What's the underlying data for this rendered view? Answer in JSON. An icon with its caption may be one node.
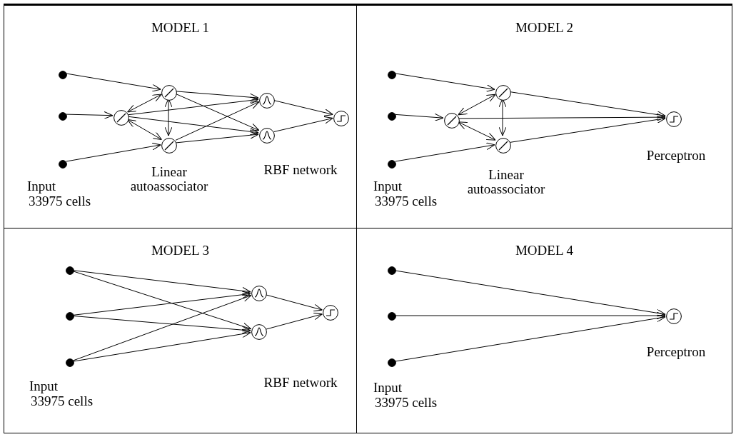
{
  "diagram": {
    "nodes": [
      {
        "text": [
          "MODEL 1"
        ]
      },
      {
        "text": [],
        "shape": "circle",
        "in": 0
      },
      {
        "text": [],
        "shape": "circle",
        "in": 0
      },
      {
        "text": [],
        "shape": "circle",
        "in": 0,
        "beside": [
          "Input",
          "33975 cells"
        ]
      },
      {
        "text": [],
        "shape": "circle",
        "in": 0
      },
      {
        "text": [],
        "shape": "circle",
        "in": 0
      },
      {
        "text": [],
        "shape": "circle",
        "in": 0,
        "beside": [
          "Linear autoassociator"
        ]
      },
      {
        "text": [],
        "shape": "circle",
        "in": 0
      },
      {
        "text": [],
        "shape": "circle",
        "in": 0,
        "beside": [
          "RBF network"
        ]
      },
      {
        "text": [],
        "shape": "circle",
        "in": 0
      },
      {
        "text": [
          "MODEL 2"
        ]
      },
      {
        "text": [],
        "shape": "circle",
        "in": 10
      },
      {
        "text": [],
        "shape": "circle",
        "in": 10
      },
      {
        "text": [],
        "shape": "circle",
        "in": 10,
        "beside": [
          "Input",
          "33975 cells"
        ]
      },
      {
        "text": [],
        "shape": "circle",
        "in": 10
      },
      {
        "text": [],
        "shape": "circle",
        "in": 10
      },
      {
        "text": [],
        "shape": "circle",
        "in": 10,
        "beside": [
          "Linear autoassociator"
        ]
      },
      {
        "text": [],
        "shape": "circle",
        "in": 10,
        "beside": [
          "Perceptron"
        ]
      },
      {
        "text": [
          "MODEL 3"
        ]
      },
      {
        "text": [],
        "shape": "circle",
        "in": 18
      },
      {
        "text": [],
        "shape": "circle",
        "in": 18
      },
      {
        "text": [],
        "shape": "circle",
        "in": 18,
        "beside": [
          "Input",
          "33975 cells"
        ]
      },
      {
        "text": [],
        "shape": "circle",
        "in": 18
      },
      {
        "text": [],
        "shape": "circle",
        "in": 18,
        "beside": [
          "RBF network"
        ]
      },
      {
        "text": [],
        "shape": "circle",
        "in": 18
      },
      {
        "text": [
          "MODEL 4"
        ]
      },
      {
        "text": [],
        "shape": "circle",
        "in": 25
      },
      {
        "text": [],
        "shape": "circle",
        "in": 25
      },
      {
        "text": [],
        "shape": "circle",
        "in": 25,
        "beside": [
          "Input",
          "33975 cells"
        ]
      },
      {
        "text": [],
        "shape": "circle",
        "in": 25,
        "beside": [
          "Perceptron"
        ]
      }
    ],
    "edges": [
      {
        "from": 1,
        "to": 5,
        "arrow": "to"
      },
      {
        "from": 2,
        "to": 4,
        "arrow": "to"
      },
      {
        "from": 3,
        "to": 6,
        "arrow": "to"
      },
      {
        "from": 4,
        "to": 5,
        "arrow": "both"
      },
      {
        "from": 4,
        "to": 6,
        "arrow": "both"
      },
      {
        "from": 5,
        "to": 6,
        "arrow": "both"
      },
      {
        "from": 5,
        "to": 7,
        "arrow": "to"
      },
      {
        "from": 5,
        "to": 8,
        "arrow": "to"
      },
      {
        "from": 4,
        "to": 7,
        "arrow": "to"
      },
      {
        "from": 4,
        "to": 8,
        "arrow": "to"
      },
      {
        "from": 6,
        "to": 7,
        "arrow": "to"
      },
      {
        "from": 6,
        "to": 8,
        "arrow": "to"
      },
      {
        "from": 7,
        "to": 9,
        "arrow": "to"
      },
      {
        "from": 8,
        "to": 9,
        "arrow": "to"
      },
      {
        "from": 11,
        "to": 15,
        "arrow": "to"
      },
      {
        "from": 12,
        "to": 14,
        "arrow": "to"
      },
      {
        "from": 13,
        "to": 16,
        "arrow": "to"
      },
      {
        "from": 14,
        "to": 15,
        "arrow": "both"
      },
      {
        "from": 14,
        "to": 16,
        "arrow": "both"
      },
      {
        "from": 15,
        "to": 16,
        "arrow": "both"
      },
      {
        "from": 15,
        "to": 17,
        "arrow": "to"
      },
      {
        "from": 14,
        "to": 17,
        "arrow": "to"
      },
      {
        "from": 16,
        "to": 17,
        "arrow": "to"
      },
      {
        "from": 19,
        "to": 22,
        "arrow": "to"
      },
      {
        "from": 19,
        "to": 23,
        "arrow": "to"
      },
      {
        "from": 20,
        "to": 22,
        "arrow": "to"
      },
      {
        "from": 20,
        "to": 23,
        "arrow": "to"
      },
      {
        "from": 21,
        "to": 22,
        "arrow": "to"
      },
      {
        "from": 21,
        "to": 23,
        "arrow": "to"
      },
      {
        "from": 22,
        "to": 24,
        "arrow": "to"
      },
      {
        "from": 23,
        "to": 24,
        "arrow": "to"
      },
      {
        "from": 26,
        "to": 29,
        "arrow": "to"
      },
      {
        "from": 27,
        "to": 29,
        "arrow": "to"
      },
      {
        "from": 28,
        "to": 29,
        "arrow": "to"
      }
    ]
  }
}
